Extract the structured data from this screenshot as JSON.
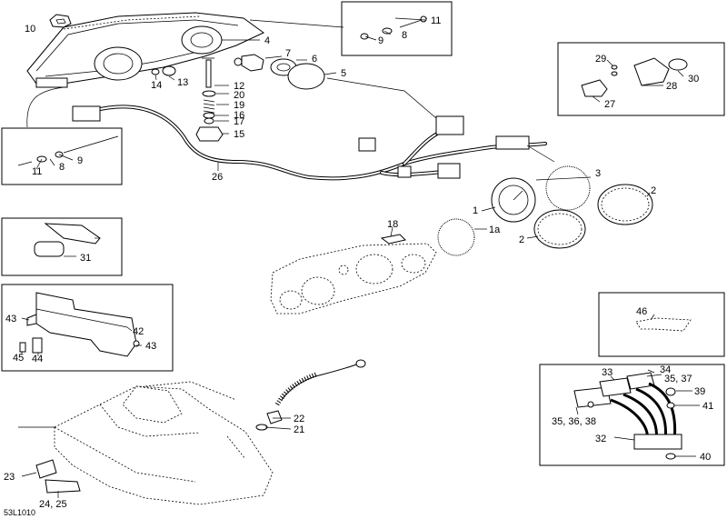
{
  "diagram": {
    "reference_code": "53L1010",
    "callouts": {
      "c1": "1",
      "c1a": "1a",
      "c2a": "2",
      "c2b": "2",
      "c3": "3",
      "c4": "4",
      "c5": "5",
      "c6": "6",
      "c7": "7",
      "c8a": "8",
      "c8b": "8",
      "c9a": "9",
      "c9b": "9",
      "c10": "10",
      "c11a": "11",
      "c11b": "11",
      "c12": "12",
      "c13": "13",
      "c14": "14",
      "c15": "15",
      "c16": "16",
      "c17": "17",
      "c18": "18",
      "c19": "19",
      "c20": "20",
      "c21": "21",
      "c22": "22",
      "c23": "23",
      "c24_25": "24, 25",
      "c26": "26",
      "c27": "27",
      "c28": "28",
      "c29": "29",
      "c30": "30",
      "c31": "31",
      "c32": "32",
      "c33": "33",
      "c34": "34",
      "c35_37": "35, 37",
      "c35_36_38": "35, 36, 38",
      "c39": "39",
      "c40": "40",
      "c41": "41",
      "c42": "42",
      "c43a": "43",
      "c43b": "43",
      "c44": "44",
      "c45": "45",
      "c46": "46"
    }
  }
}
